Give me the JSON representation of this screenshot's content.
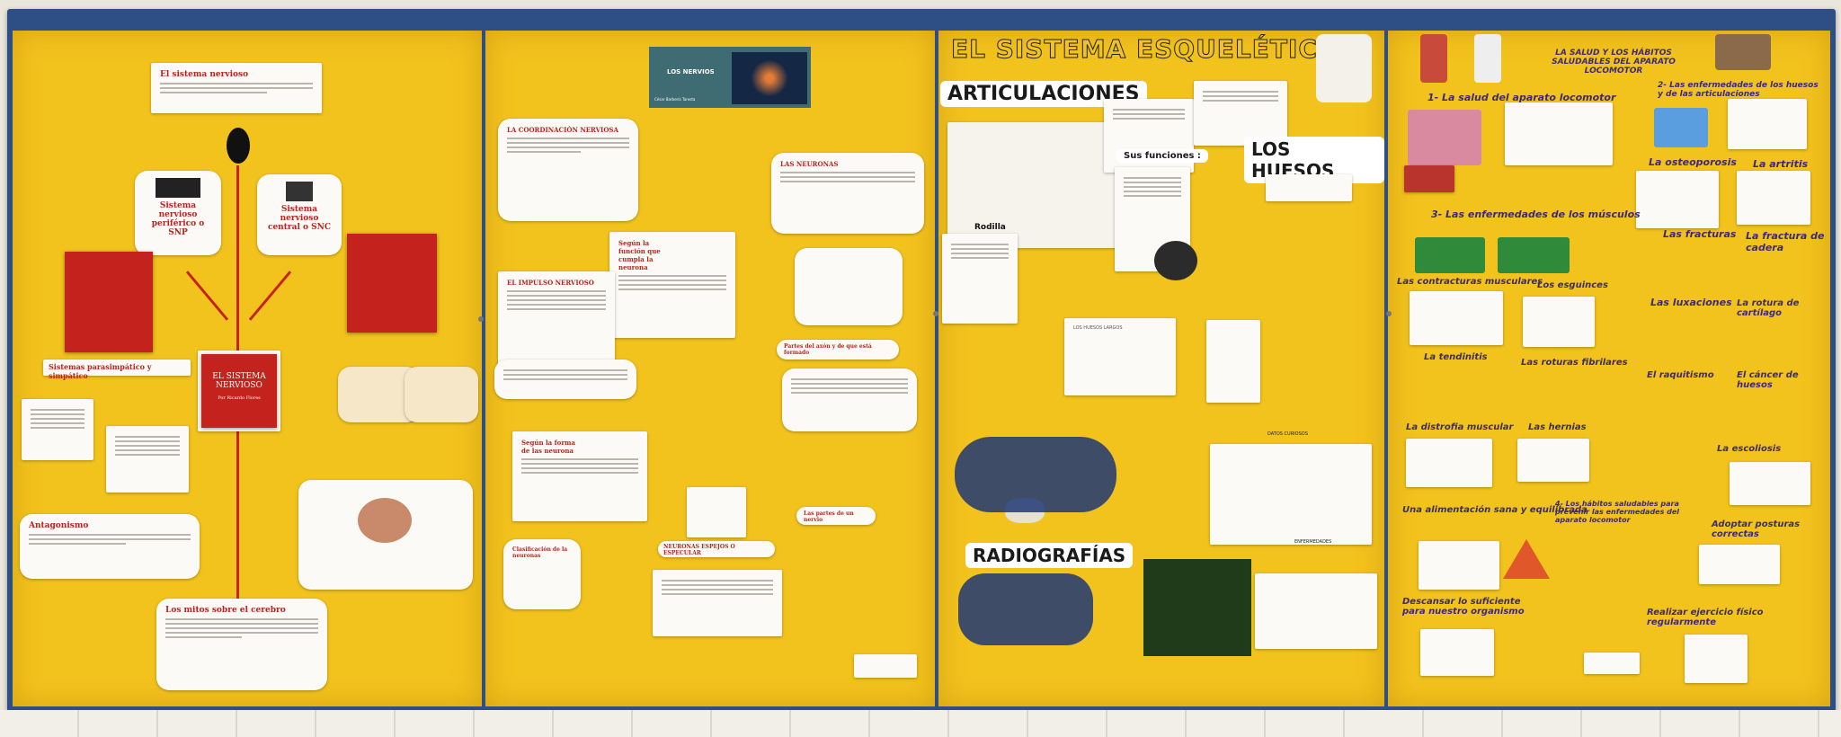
{
  "panel1": {
    "title": "El sistema nervioso",
    "cover_title": "EL SISTEMA NERVIOSO",
    "cover_author": "Por Ricardo Flores",
    "peripheral": "Sistema nervioso periférico o SNP",
    "central": "Sistema nervioso central o SNC",
    "sympathetic": "Sistemas parasimpático y simpático",
    "antagonism": "Antagonismo",
    "myths": "Los mitos sobre el cerebro"
  },
  "panel2": {
    "cover_title": "LOS NERVIOS",
    "cover_author": "César Barbería Taresta",
    "coordination": "LA COORDINACIÓN NERVIOSA",
    "neurons": "LAS NEURONAS",
    "by_function": "Según la función que cumpla la neurona",
    "impulse": "EL IMPULSO NERVIOSO",
    "axon_parts": "Partes del axón y de que está formado",
    "by_shape": "Según la forma de las neurona",
    "classification": "Clasificación de la neuronas",
    "nerve_parts": "Las partes de un nervio",
    "mirror": "NEURONAS ESPEJOS O ESPECULAR"
  },
  "panel3": {
    "title": "EL SISTEMA ESQUELÉTICO",
    "joints": "ARTICULACIONES",
    "functions": "Sus funciones :",
    "bones": "LOS HUESOS",
    "knee": "Rodilla",
    "xrays": "RADIOGRAFÍAS",
    "long_bones": "LOS HUESOS LARGOS",
    "curious": "DATOS CURIOSOS",
    "diseases": "ENFERMEDADES"
  },
  "panel4": {
    "title": "LA SALUD Y LOS HÁBITOS SALUDABLES DEL APARATO LOCOMOTOR",
    "h1": "1- La salud del aparato locomotor",
    "h2": "2- Las enfermedades de los huesos y de las articulaciones",
    "h3": "3- Las enfermedades de los músculos",
    "osteoporosis": "La osteoporosis",
    "arthritis": "La artritis",
    "fractures": "Las fracturas",
    "hip": "La fractura de cadera",
    "contractures": "Las contracturas musculares",
    "sprains": "Los esguinces",
    "luxations": "Las luxaciones",
    "cartilage": "La rotura de cartílago",
    "tendinitis": "La tendinitis",
    "fibrillar": "Las roturas fibrilares",
    "rickets": "El raquitismo",
    "bone_cancer": "El cáncer de huesos",
    "dystrophy": "La distrofia muscular",
    "hernias": "Las hernias",
    "scoliosis": "La escoliosis",
    "diet": "Una alimentación sana y equilibrada",
    "habits": "4- Los hábitos saludables para prevenir las enfermedades del aparato locomotor",
    "posture": "Adoptar posturas correctas",
    "rest": "Descansar lo suficiente para nuestro organismo",
    "exercise": "Realizar ejercicio físico regularmente"
  }
}
